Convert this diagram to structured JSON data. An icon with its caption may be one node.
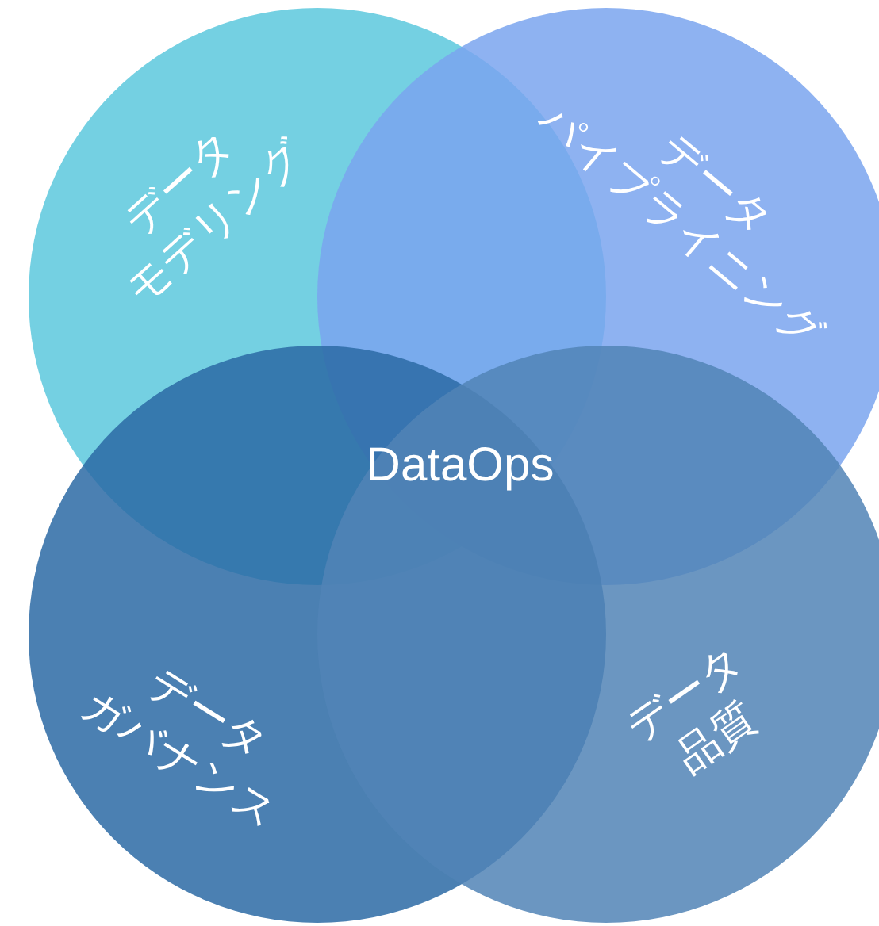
{
  "diagram": {
    "nodes": [
      {
        "text": [
          "データ",
          "モデリング"
        ]
      },
      {
        "text": [
          "データ",
          "パイプライニング"
        ]
      },
      {
        "text": [
          "データ",
          "ガバナンス"
        ]
      },
      {
        "text": [
          "データ",
          "品質"
        ]
      }
    ],
    "edges": [],
    "labels": [
      "DataOps"
    ]
  }
}
